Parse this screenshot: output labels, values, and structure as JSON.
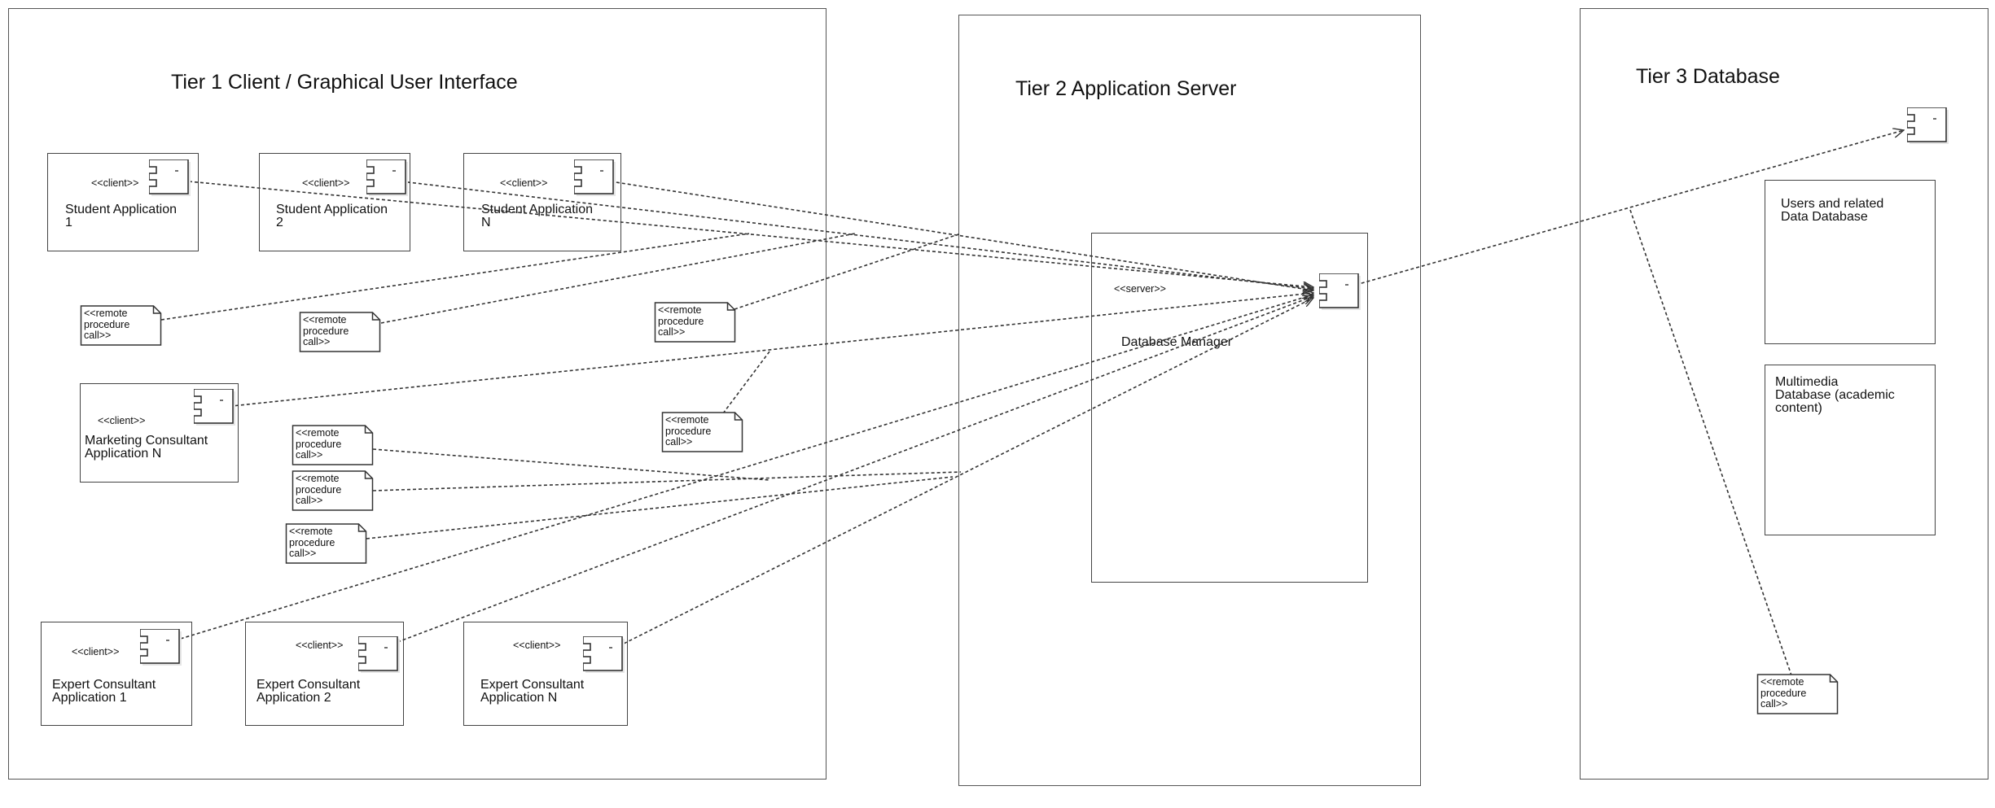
{
  "tiers": {
    "tier1": {
      "title": "Tier 1 Client / Graphical User Interface"
    },
    "tier2": {
      "title": "Tier 2 Application Server"
    },
    "tier3": {
      "title": "Tier 3 Database"
    }
  },
  "components": {
    "student_app_1": {
      "stereotype": "<<client>>",
      "name": "Student Application\n1"
    },
    "student_app_2": {
      "stereotype": "<<client>>",
      "name": "Student Application\n2"
    },
    "student_app_n": {
      "stereotype": "<<client>>",
      "name": "Student Application\nN"
    },
    "marketing_app_n": {
      "stereotype": "<<client>>",
      "name": "Marketing Consultant\nApplication N"
    },
    "expert_app_1": {
      "stereotype": "<<client>>",
      "name": "Expert Consultant\nApplication 1"
    },
    "expert_app_2": {
      "stereotype": "<<client>>",
      "name": "Expert Consultant\nApplication 2"
    },
    "expert_app_n": {
      "stereotype": "<<client>>",
      "name": "Expert Consultant\nApplication N"
    },
    "database_manager": {
      "stereotype": "<<server>>",
      "name": "Database Manager"
    }
  },
  "databases": {
    "users_db": {
      "label": "Users and related\nData Database"
    },
    "multimedia_db": {
      "label": "Multimedia\nDatabase (academic\ncontent)"
    }
  },
  "notes": {
    "text": "<<remote\nprocedure\ncall>>"
  }
}
